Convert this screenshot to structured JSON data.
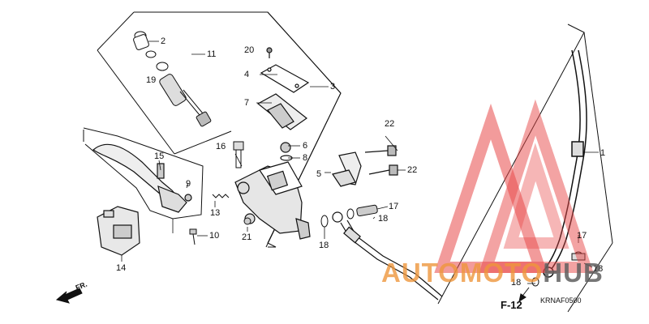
{
  "diagram": {
    "figure_ref": "F-12",
    "catalog_code": "KRNAF0500",
    "direction_label": "FR.",
    "callouts": {
      "c1": "1",
      "c2": "2",
      "c3": "3",
      "c4": "4",
      "c5": "5",
      "c6": "6",
      "c7": "7",
      "c8": "8",
      "c9": "9",
      "c10": "10",
      "c11": "11",
      "c13": "13",
      "c14": "14",
      "c15": "15",
      "c16": "16",
      "c17a": "17",
      "c17b": "17",
      "c18a": "18",
      "c18b": "18",
      "c18c": "18",
      "c18d": "18",
      "c19": "19",
      "c20": "20",
      "c21": "21",
      "c22a": "22",
      "c22b": "22"
    }
  },
  "watermark": {
    "text_part1": "AUTOMOTO",
    "text_part2": "HUB",
    "color_orange": "#ee963c",
    "color_grey": "#5f5f5f",
    "logo_color": "#e84848"
  }
}
